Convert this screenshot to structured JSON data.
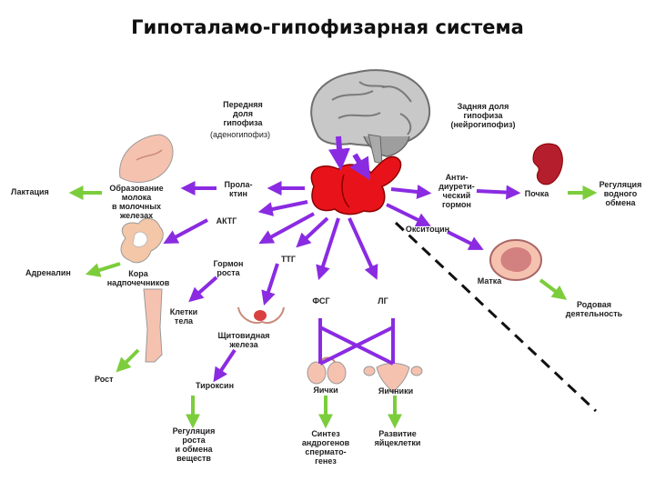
{
  "title": "Гипоталамо-гипофизарная система",
  "colors": {
    "arrow": "#8a2be2",
    "green_arrow": "#7ccd3c",
    "gland": "#e8131a",
    "brain": "#b9b9b9",
    "organ": "#f6c2b0"
  },
  "labels": {
    "anterior_pituitary": "Передняя\nдоля\nгипофиза",
    "adenohypophysis": "(аденогипофиз)",
    "posterior_pituitary": "Задняя доля\nгипофиза\n(нейрогипофиз)",
    "lactation": "Лактация",
    "milk_formation": "Образование\nмолока\nв молочных\nжелезах",
    "prolactin": "Прола-\nктин",
    "acth": "АКТГ",
    "adrenaline": "Адреналин",
    "adrenal_cortex": "Кора\nнадпочечников",
    "growth_hormone": "Гормон\nроста",
    "tsh": "ТТГ",
    "body_cells": "Клетки\nтела",
    "thyroid": "Щитовидная\nжелеза",
    "growth": "Рост",
    "thyroxine": "Тироксин",
    "growth_regulation": "Регуляция\nроста\nи обмена\nвеществ",
    "fsh": "ФСГ",
    "lh": "ЛГ",
    "testes": "Яички",
    "ovaries": "Яичники",
    "androgen_synthesis": "Синтез\nандрогенов\nспермато-\nгенез",
    "egg_development": "Развитие\nяйцеклетки",
    "adh": "Анти-\nдиурети-\nческий\nгормон",
    "kidney": "Почка",
    "water_regulation": "Регуляция\nводного\nобмена",
    "oxytocin": "Окситоцин",
    "uterus": "Матка",
    "labor": "Родовая\nдеятельность"
  }
}
